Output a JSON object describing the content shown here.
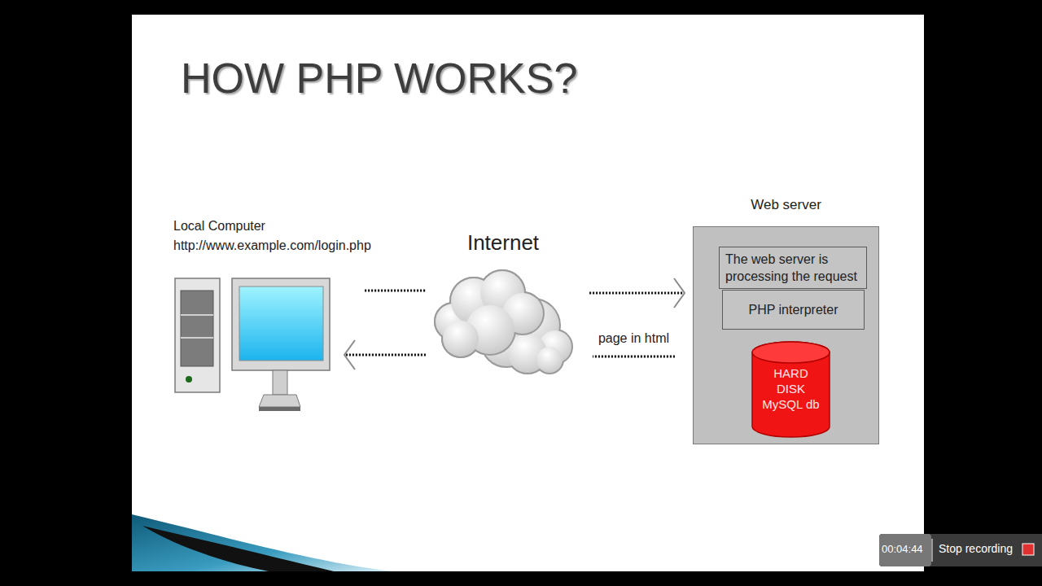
{
  "diagram": {
    "title": "HOW PHP WORKS?",
    "nodes": [
      {
        "text": [
          "Local Computer",
          "http://www.example.com/login.php"
        ]
      },
      {
        "text": [
          "Internet"
        ]
      },
      {
        "text": [
          "Web server"
        ]
      },
      {
        "text": [
          "The web server is processing the request"
        ],
        "in": 2
      },
      {
        "text": [
          "PHP interpreter"
        ],
        "in": 2
      },
      {
        "text": [
          "HARD DISK MySQL db"
        ],
        "in": 2
      }
    ],
    "edges": [
      {
        "from": 0,
        "to": 1,
        "arrow": "none"
      },
      {
        "from": 1,
        "to": 2,
        "arrow": "to"
      },
      {
        "from": 2,
        "to": 1,
        "arrow": "none",
        "label": "page in html"
      },
      {
        "from": 1,
        "to": 0,
        "arrow": "to"
      }
    ],
    "labels": [
      "00:04:44",
      "Stop recording"
    ]
  }
}
